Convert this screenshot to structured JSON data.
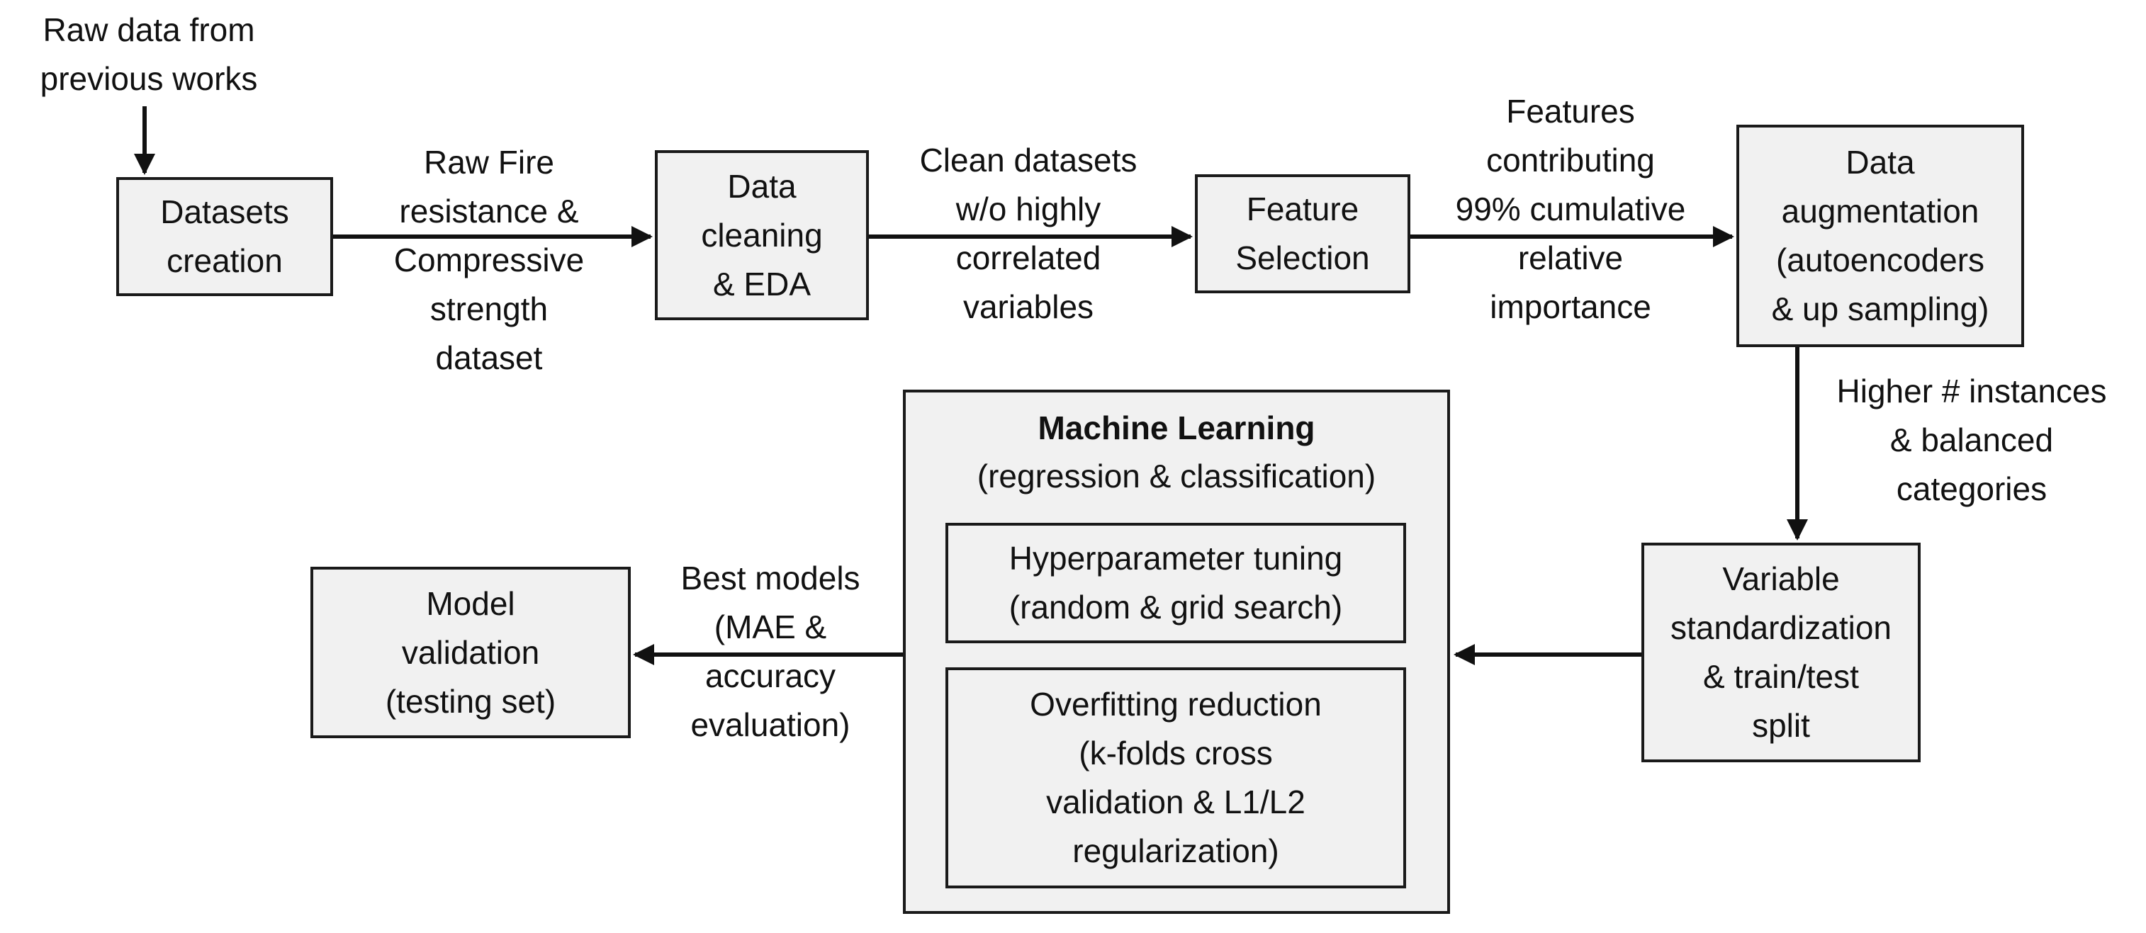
{
  "nodes": {
    "raw_data": "Raw data from\nprevious works",
    "datasets_creation": "Datasets\ncreation",
    "data_cleaning": "Data\ncleaning\n& EDA",
    "feature_selection": "Feature\nSelection",
    "data_augmentation": "Data\naugmentation\n(autoencoders\n& up sampling)",
    "variable_standardization": "Variable\nstandardization\n& train/test\nsplit",
    "model_validation": "Model\nvalidation\n(testing set)",
    "machine_learning": {
      "title": "Machine Learning",
      "subtitle": "(regression & classification)",
      "hyperparameter": "Hyperparameter tuning\n(random & grid search)",
      "overfitting": "Overfitting reduction\n(k-folds cross\nvalidation & L1/L2\nregularization)"
    }
  },
  "edge_labels": {
    "raw_dataset": "Raw Fire\nresistance &\nCompressive\nstrength\ndataset",
    "clean_datasets": "Clean datasets\nw/o highly\ncorrelated\nvariables",
    "features": "Features\ncontributing\n99% cumulative\nrelative\nimportance",
    "higher_instances": "Higher # instances\n& balanced\ncategories",
    "best_models": "Best models\n(MAE &\naccuracy\nevaluation)"
  }
}
